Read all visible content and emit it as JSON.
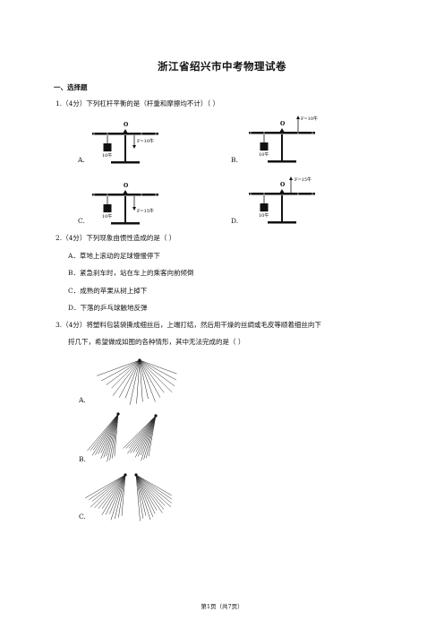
{
  "title": "浙江省绍兴市中考物理试卷",
  "section": "一、选择题",
  "q1": {
    "stem": "1.（4分）下列杠杆平衡的是（杆重和摩擦均不计）（      ）",
    "options": [
      {
        "letter": "A.",
        "pivot": "O",
        "weight": "10牛",
        "force": "F=10牛"
      },
      {
        "letter": "B.",
        "pivot": "O",
        "weight": "10牛",
        "force": "F=10牛"
      },
      {
        "letter": "C.",
        "pivot": "O",
        "weight": "10牛",
        "force": "F=15牛"
      },
      {
        "letter": "D.",
        "pivot": "O",
        "weight": "10牛",
        "force": "F=15牛"
      }
    ]
  },
  "q2": {
    "stem": "2.（4分）下列现象由惯性造成的是（      ）",
    "options": [
      "A．草地上滚动的足球慢慢停下",
      "B．紧急刹车时，站在车上的乘客向前倾倒",
      "C．成熟的苹果从树上掉下",
      "D．下落的乒乓球触地反弹"
    ]
  },
  "q3": {
    "stem_line1": "3.（4分）将塑料包装袋撕成细丝后，上端打结，然后用干燥的丝绸或毛皮等顺着细丝向下",
    "stem_line2": "捋几下，希望做成如图的各种情形，其中无法完成的是（      ）",
    "options": [
      "A.",
      "B.",
      "C."
    ]
  },
  "footer": "第1页（共7页）"
}
